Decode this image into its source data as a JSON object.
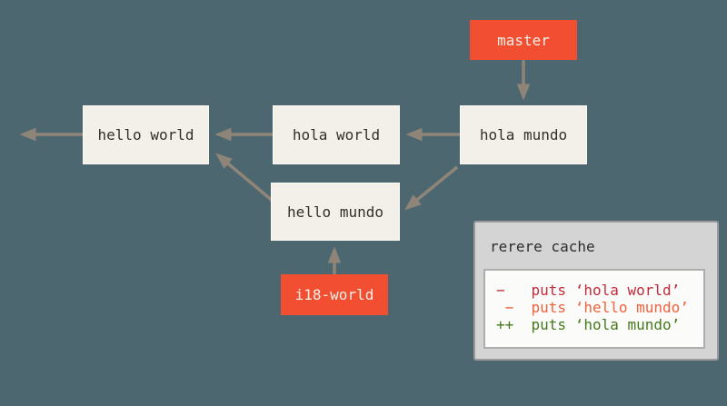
{
  "diagram": {
    "commits": [
      {
        "id": "hello-world",
        "label": "hello world"
      },
      {
        "id": "hola-world",
        "label": "hola world"
      },
      {
        "id": "hola-mundo",
        "label": "hola mundo"
      },
      {
        "id": "hello-mundo",
        "label": "hello mundo"
      }
    ],
    "branch_labels": [
      {
        "id": "master",
        "label": "master"
      },
      {
        "id": "i18-world",
        "label": "i18-world"
      }
    ],
    "edges": [
      "master -> hola mundo",
      "hola mundo -> hola world",
      "hola world -> hello world",
      "hello world -> (older history, off-screen left)",
      "hola mundo -> hello mundo",
      "hello mundo -> hello world",
      "i18-world -> hello mundo"
    ],
    "colors": {
      "background": "#4C6770",
      "commit_box_fill": "#F2F0E9",
      "commit_text": "#33302A",
      "branch_label_fill": "#F14E32",
      "branch_label_text": "#F6F1E7",
      "arrow": "#8E8578"
    }
  },
  "rerere": {
    "title": "rerere cache",
    "lines": [
      {
        "text": "−   puts ‘hola world’",
        "color": "#C22B3C"
      },
      {
        "text": " −  puts ‘hello mundo’",
        "color": "#F2603D"
      },
      {
        "text": "++  puts ‘hola mundo’",
        "color": "#44791D"
      }
    ],
    "colors": {
      "panel_fill": "#D4D4D4",
      "panel_border": "#9A9A9A",
      "inner_fill": "#FBFBF9",
      "inner_border": "#ADADAD",
      "title_text": "#2D2D2D"
    }
  }
}
